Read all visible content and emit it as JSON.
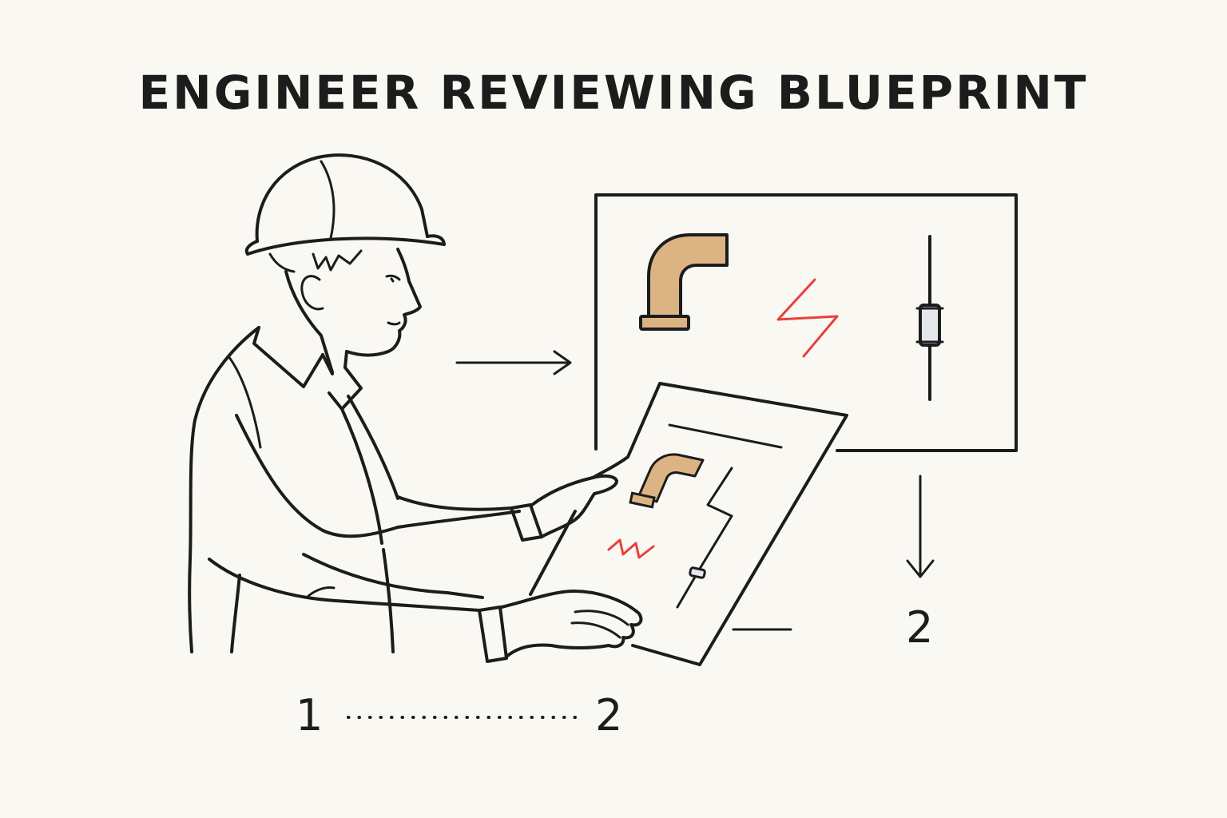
{
  "title": "ENGINEER REVIEWING BLUEPRINT",
  "steps": {
    "start": "1",
    "end_bottom": "2",
    "end_right": "2"
  },
  "colors": {
    "ink": "#1c1c1c",
    "background": "#faf8f3",
    "pipe_fill": "#dcb483",
    "spark_red": "#e8403a",
    "valve_fill": "#e4e8ea"
  },
  "icons": {
    "engineer": "engineer-with-hard-hat",
    "pipe_elbow": "pipe-elbow-icon",
    "spark": "electrical-spark-icon",
    "valve": "inline-valve-icon"
  }
}
